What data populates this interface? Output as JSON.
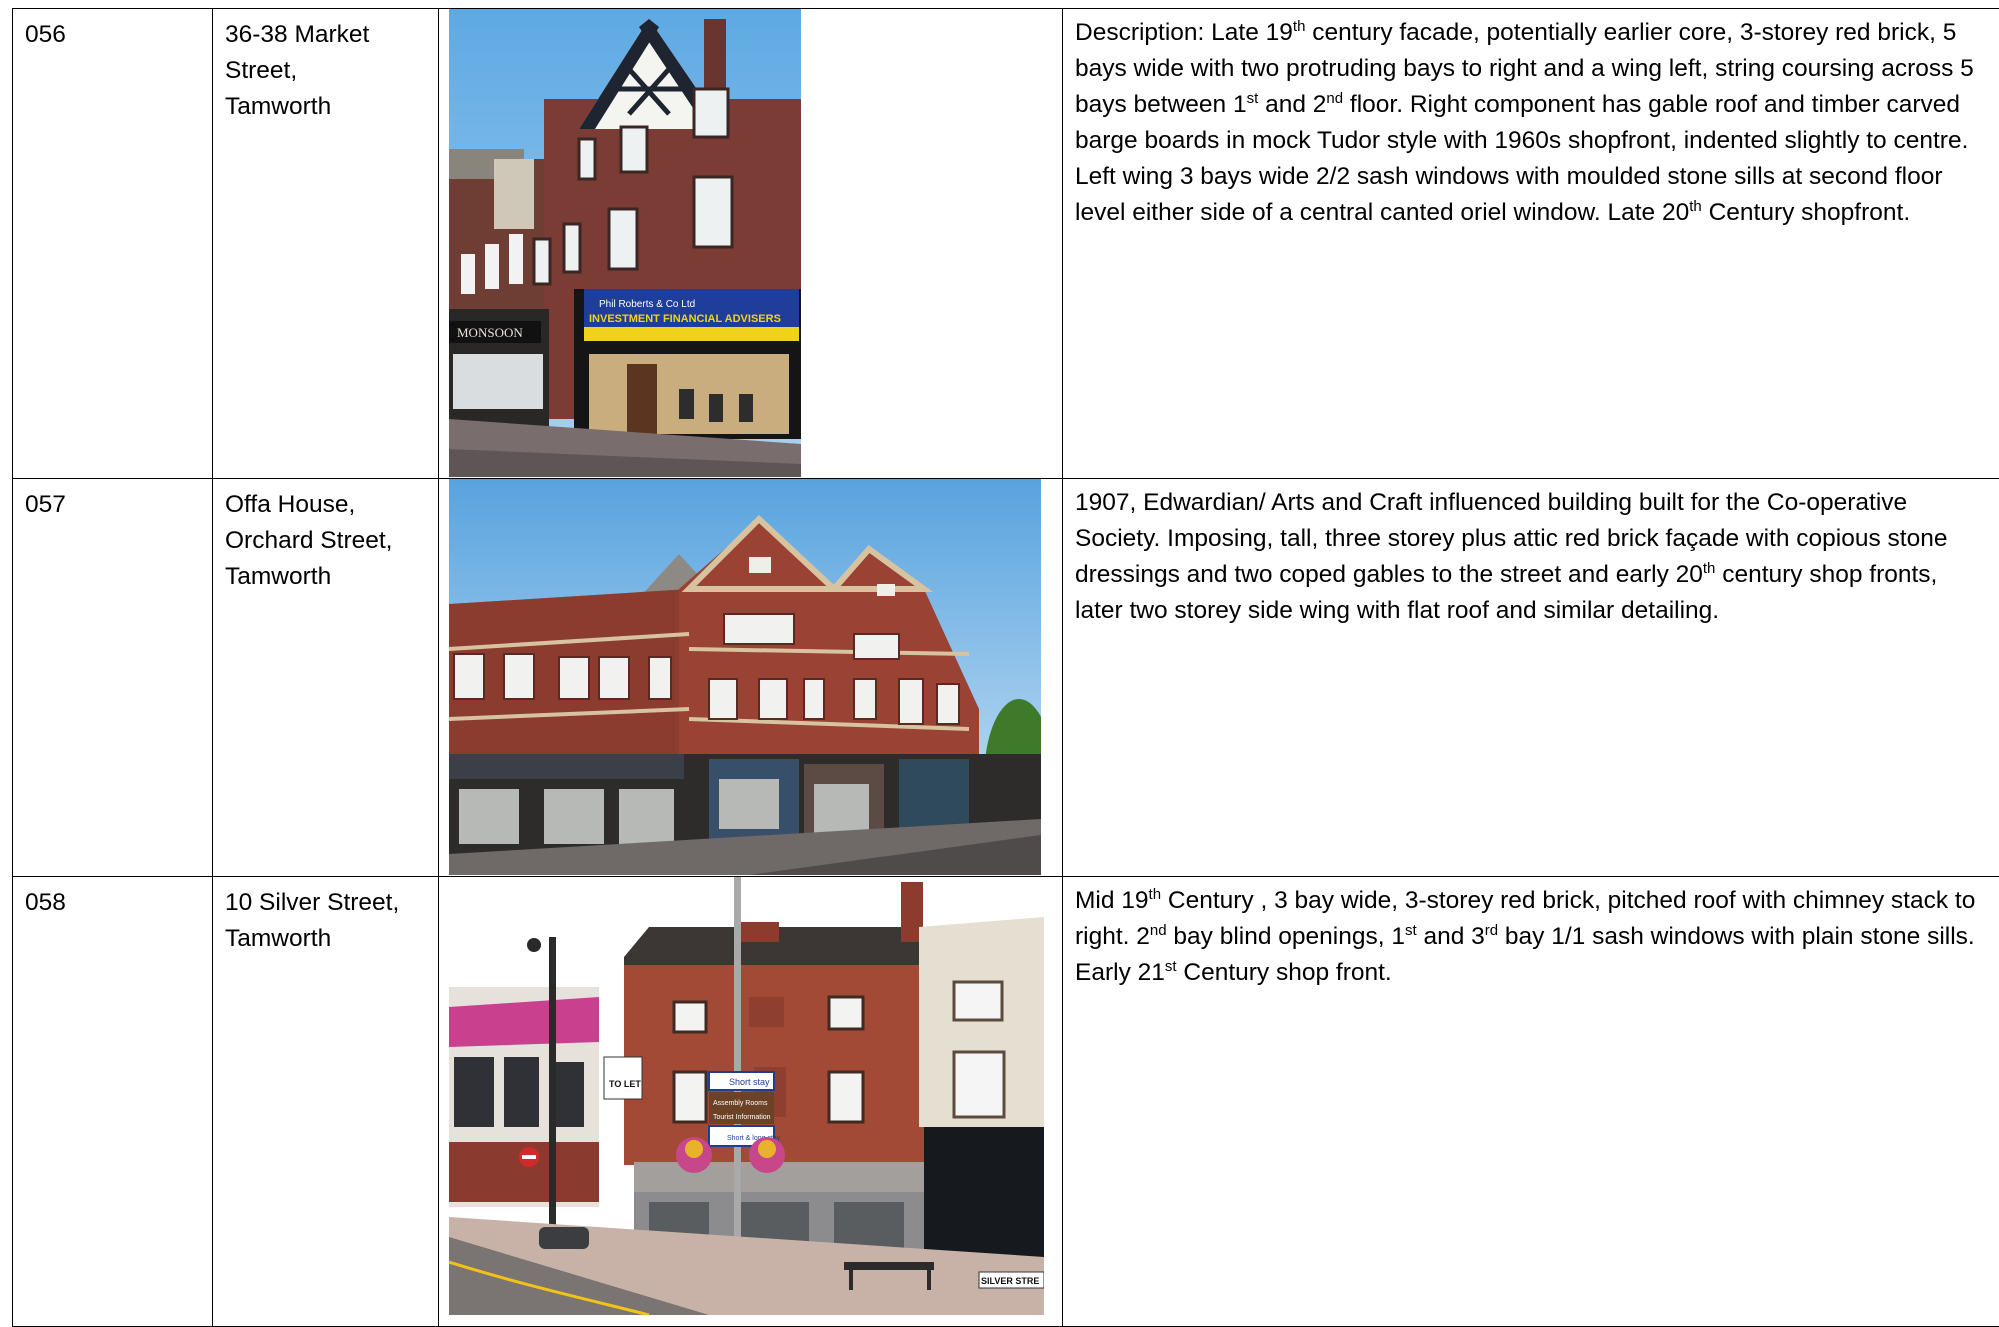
{
  "records": [
    {
      "id": "056",
      "address": "36-38 Market Street, Tamworth",
      "address_lines": [
        "36-38 Market",
        "Street,",
        "Tamworth"
      ],
      "photo": {
        "shop_sign_line1": "Phil Roberts & Co Ltd",
        "shop_sign_line2": "INVESTMENT FINANCIAL ADVISERS",
        "neighbour_sign": "MONSOON"
      },
      "description": [
        {
          "t": "Description: Late 19"
        },
        {
          "sup": "th"
        },
        {
          "t": " century facade,  potentially earlier core, 3-storey red brick, 5 bays wide with two protruding bays to right and a wing left, string coursing across 5 bays between 1"
        },
        {
          "sup": "st"
        },
        {
          "t": " and 2"
        },
        {
          "sup": "nd"
        },
        {
          "t": " floor.  Right component has gable roof and timber carved barge boards in mock Tudor style with 1960s shopfront, indented slightly to centre. Left wing 3 bays wide  2/2 sash windows with moulded stone sills at second floor level either side of a central canted oriel window.  Late 20"
        },
        {
          "sup": "th"
        },
        {
          "t": " Century shopfront."
        }
      ]
    },
    {
      "id": "057",
      "address": "Offa House, Orchard Street, Tamworth",
      "address_lines": [
        "Offa House,",
        "Orchard Street,",
        "Tamworth"
      ],
      "photo": {},
      "description": [
        {
          "t": "1907, Edwardian/ Arts and Craft influenced building built for the Co-operative Society.  Imposing, tall, three storey plus attic red brick façade with copious stone dressings and two coped gables to the street and early 20"
        },
        {
          "sup": "th"
        },
        {
          "t": " century shop fronts, later two storey side wing with flat roof and similar detailing."
        }
      ]
    },
    {
      "id": "058",
      "address": "10 Silver Street, Tamworth",
      "address_lines": [
        "10 Silver Street,",
        "Tamworth"
      ],
      "photo": {
        "sign_short_stay": "Short stay",
        "sign_assembly": "Assembly Rooms",
        "sign_tourist": "Tourist Information",
        "sign_long_stay": "Short & long stay",
        "to_let": "TO LET",
        "street_sign": "SILVER STRE"
      },
      "description": [
        {
          "t": "Mid 19"
        },
        {
          "sup": "th"
        },
        {
          "t": " Century , 3 bay wide, 3-storey red brick, pitched roof with chimney stack to right. 2"
        },
        {
          "sup": "nd"
        },
        {
          "t": " bay blind openings, 1"
        },
        {
          "sup": "st"
        },
        {
          "t": " and 3"
        },
        {
          "sup": "rd"
        },
        {
          "t": " bay 1/1 sash windows with plain stone sills.  Early 21"
        },
        {
          "sup": "st"
        },
        {
          "t": " Century shop front."
        }
      ]
    }
  ]
}
